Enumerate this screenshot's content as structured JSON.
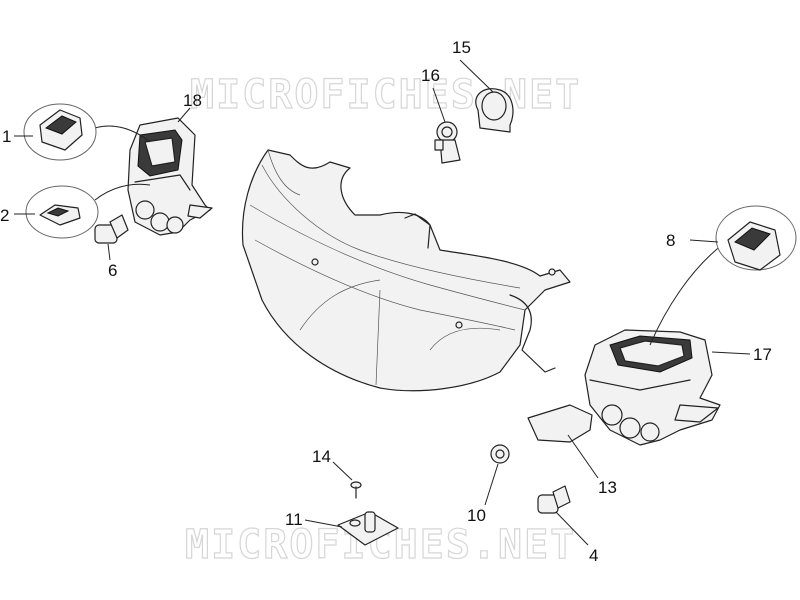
{
  "watermarks": [
    "MICROFICHES.NET",
    "MICROFICHES.NET"
  ],
  "callouts": [
    {
      "id": "1",
      "label": "1"
    },
    {
      "id": "2",
      "label": "2"
    },
    {
      "id": "4",
      "label": "4"
    },
    {
      "id": "6",
      "label": "6"
    },
    {
      "id": "8",
      "label": "8"
    },
    {
      "id": "10",
      "label": "10"
    },
    {
      "id": "11",
      "label": "11"
    },
    {
      "id": "13",
      "label": "13"
    },
    {
      "id": "14",
      "label": "14"
    },
    {
      "id": "15",
      "label": "15"
    },
    {
      "id": "16",
      "label": "16"
    },
    {
      "id": "17",
      "label": "17"
    },
    {
      "id": "18",
      "label": "18"
    }
  ]
}
